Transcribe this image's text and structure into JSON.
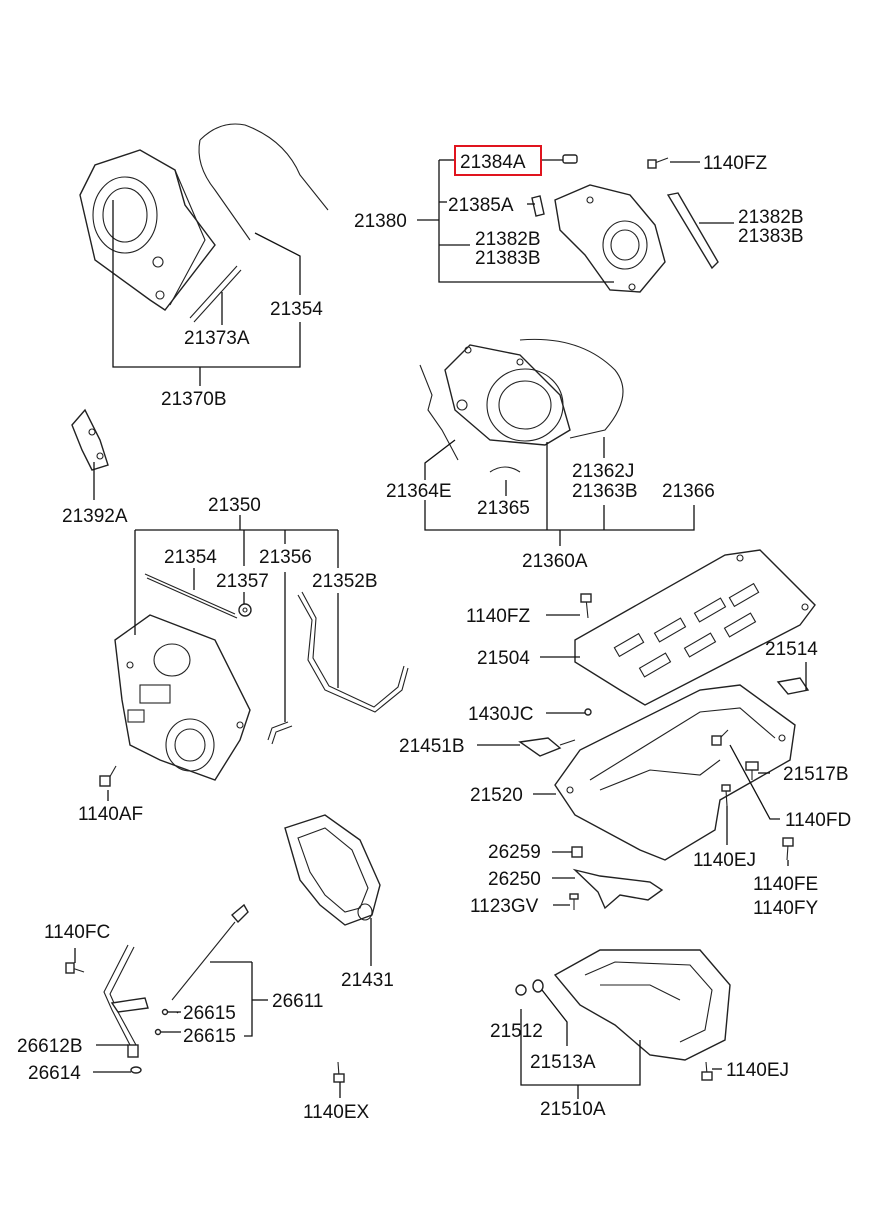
{
  "colors": {
    "highlight": "#e0141e",
    "line": "#111111",
    "background": "#ffffff"
  },
  "labels": {
    "p21384A": "21384A",
    "p1140FZ_top": "1140FZ",
    "p21380": "21380",
    "p21385A": "21385A",
    "p21382B_mid": "21382B",
    "p21383B_mid": "21383B",
    "p21382B_right": "21382B",
    "p21383B_right": "21383B",
    "p21354_top": "21354",
    "p21373A": "21373A",
    "p21370B": "21370B",
    "p21392A": "21392A",
    "p21362J": "21362J",
    "p21364E": "21364E",
    "p21363B": "21363B",
    "p21366": "21366",
    "p21365": "21365",
    "p21360A": "21360A",
    "p21350": "21350",
    "p21354_mid": "21354",
    "p21356": "21356",
    "p21357": "21357",
    "p21352B": "21352B",
    "p1140FZ_mid": "1140FZ",
    "p21504": "21504",
    "p21514": "21514",
    "p1430JC": "1430JC",
    "p21451B": "21451B",
    "p21517B": "21517B",
    "p21520": "21520",
    "p1140FD": "1140FD",
    "p1140AF": "1140AF",
    "p26259": "26259",
    "p1140EJ_mid": "1140EJ",
    "p26250": "26250",
    "p1140FE": "1140FE",
    "p1123GV": "1123GV",
    "p1140FY": "1140FY",
    "p1140FC": "1140FC",
    "p21431": "21431",
    "p26611": "26611",
    "p26615_a": "26615",
    "p26615_b": "26615",
    "p26612B": "26612B",
    "p26614": "26614",
    "p21512": "21512",
    "p21513A": "21513A",
    "p1140EJ_bottom": "1140EJ",
    "p1140EX": "1140EX",
    "p21510A": "21510A"
  }
}
